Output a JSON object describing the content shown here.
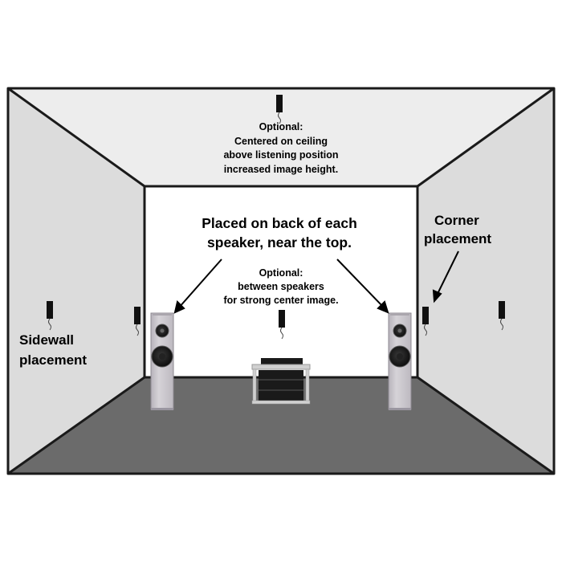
{
  "labels": {
    "ceiling": [
      "Optional:",
      "Centered on ceiling",
      "above listening position",
      "increased image height."
    ],
    "back_of_speaker": [
      "Placed on back of each",
      "speaker, near the top."
    ],
    "between_speakers": [
      "Optional:",
      "between speakers",
      "for strong center image."
    ],
    "corner": [
      "Corner",
      "placement"
    ],
    "sidewall": [
      "Sidewall",
      "placement"
    ]
  },
  "colors": {
    "ceiling": "#ededed",
    "side_walls": "#dcdcdc",
    "back_wall": "#ffffff",
    "floor": "#6b6b6b",
    "outline": "#1a1a1a",
    "speaker_cabinet": "#c9c6cc",
    "device": "#111111"
  },
  "icons": {
    "bass_trap_device": "wall-mounted-device-icon",
    "floor_speaker": "floorstanding-speaker-icon",
    "equipment_rack": "equipment-rack-icon"
  }
}
